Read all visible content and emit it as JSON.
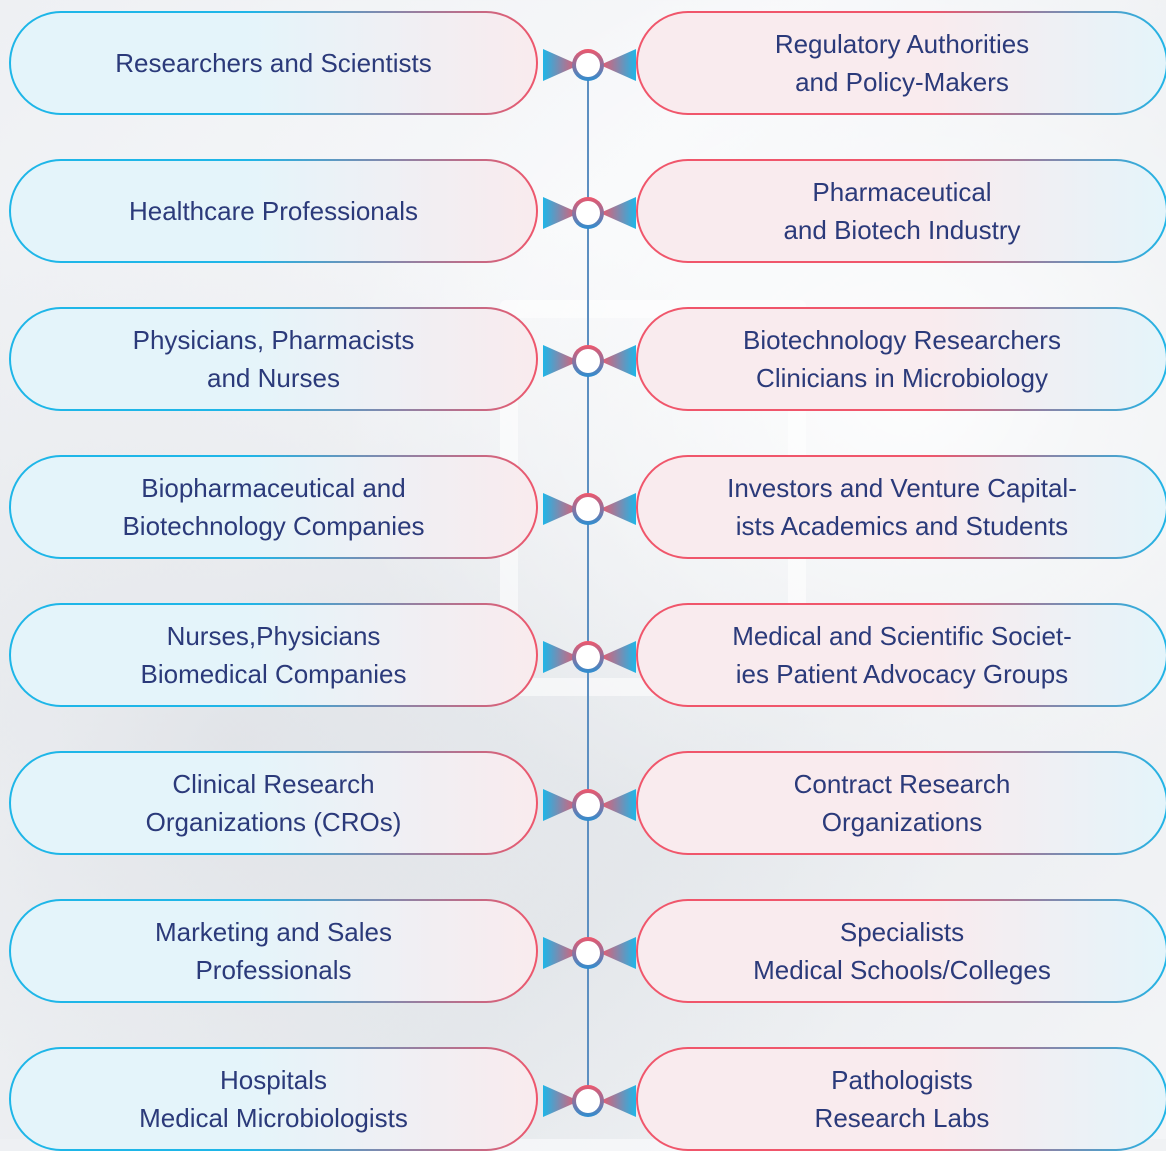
{
  "colors": {
    "cyan": "#1eb6e8",
    "coral": "#f0566b",
    "text": "#2b3a7a",
    "spine": "#5d8fc1"
  },
  "rows": [
    {
      "left": "Researchers and Scientists",
      "right": "Regulatory Authorities\nand Policy-Makers"
    },
    {
      "left": "Healthcare Professionals",
      "right": "Pharmaceutical\nand Biotech Industry"
    },
    {
      "left": "Physicians, Pharmacists\nand Nurses",
      "right": "Biotechnology Researchers\nClinicians in Microbiology"
    },
    {
      "left": "Biopharmaceutical and\nBiotechnology Companies",
      "right": "Investors and Venture Capital-\nists Academics and Students"
    },
    {
      "left": "Nurses,Physicians\nBiomedical Companies",
      "right": "Medical and Scientific Societ-\nies Patient Advocacy Groups"
    },
    {
      "left": "Clinical Research\nOrganizations (CROs)",
      "right": "Contract Research\nOrganizations"
    },
    {
      "left": "Marketing and Sales\nProfessionals",
      "right": "Specialists\nMedical Schools/Colleges"
    },
    {
      "left": "Hospitals\nMedical Microbiologists",
      "right": "Pathologists\nResearch Labs"
    }
  ]
}
